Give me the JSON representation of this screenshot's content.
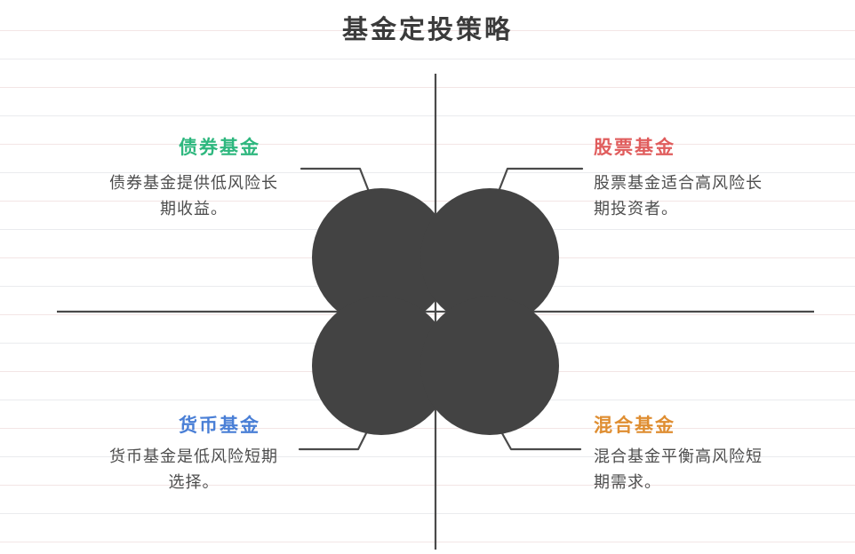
{
  "title": "基金定投策略",
  "colors": {
    "shape_fill": "#434343",
    "line_stroke": "#4a4a4a",
    "title_text": "#3b3b3b",
    "body_text": "#4d4d4d",
    "bond_green": "#2EB77E",
    "stock_red": "#E05D5D",
    "money_blue": "#4A7FD6",
    "mixed_orange": "#DF8E32"
  },
  "quadrants": [
    {
      "id": "bond",
      "position": "top-left",
      "label": "债券基金",
      "desc": "债券基金提供低风险长期收益。",
      "desc_lines": [
        "债券基金提供低风险长",
        "期收益。"
      ]
    },
    {
      "id": "stock",
      "position": "top-right",
      "label": "股票基金",
      "desc": "股票基金适合高风险长期投资者。",
      "desc_lines": [
        "股票基金适合高风险长",
        "期投资者。"
      ]
    },
    {
      "id": "money",
      "position": "bottom-left",
      "label": "货币基金",
      "desc": "货币基金是低风险短期选择。",
      "desc_lines": [
        "货币基金是低风险短期",
        "选择。"
      ]
    },
    {
      "id": "mixed",
      "position": "bottom-right",
      "label": "混合基金",
      "desc": "混合基金平衡高风险短期需求。",
      "desc_lines": [
        "混合基金平衡高风险短",
        "期需求。"
      ]
    }
  ]
}
